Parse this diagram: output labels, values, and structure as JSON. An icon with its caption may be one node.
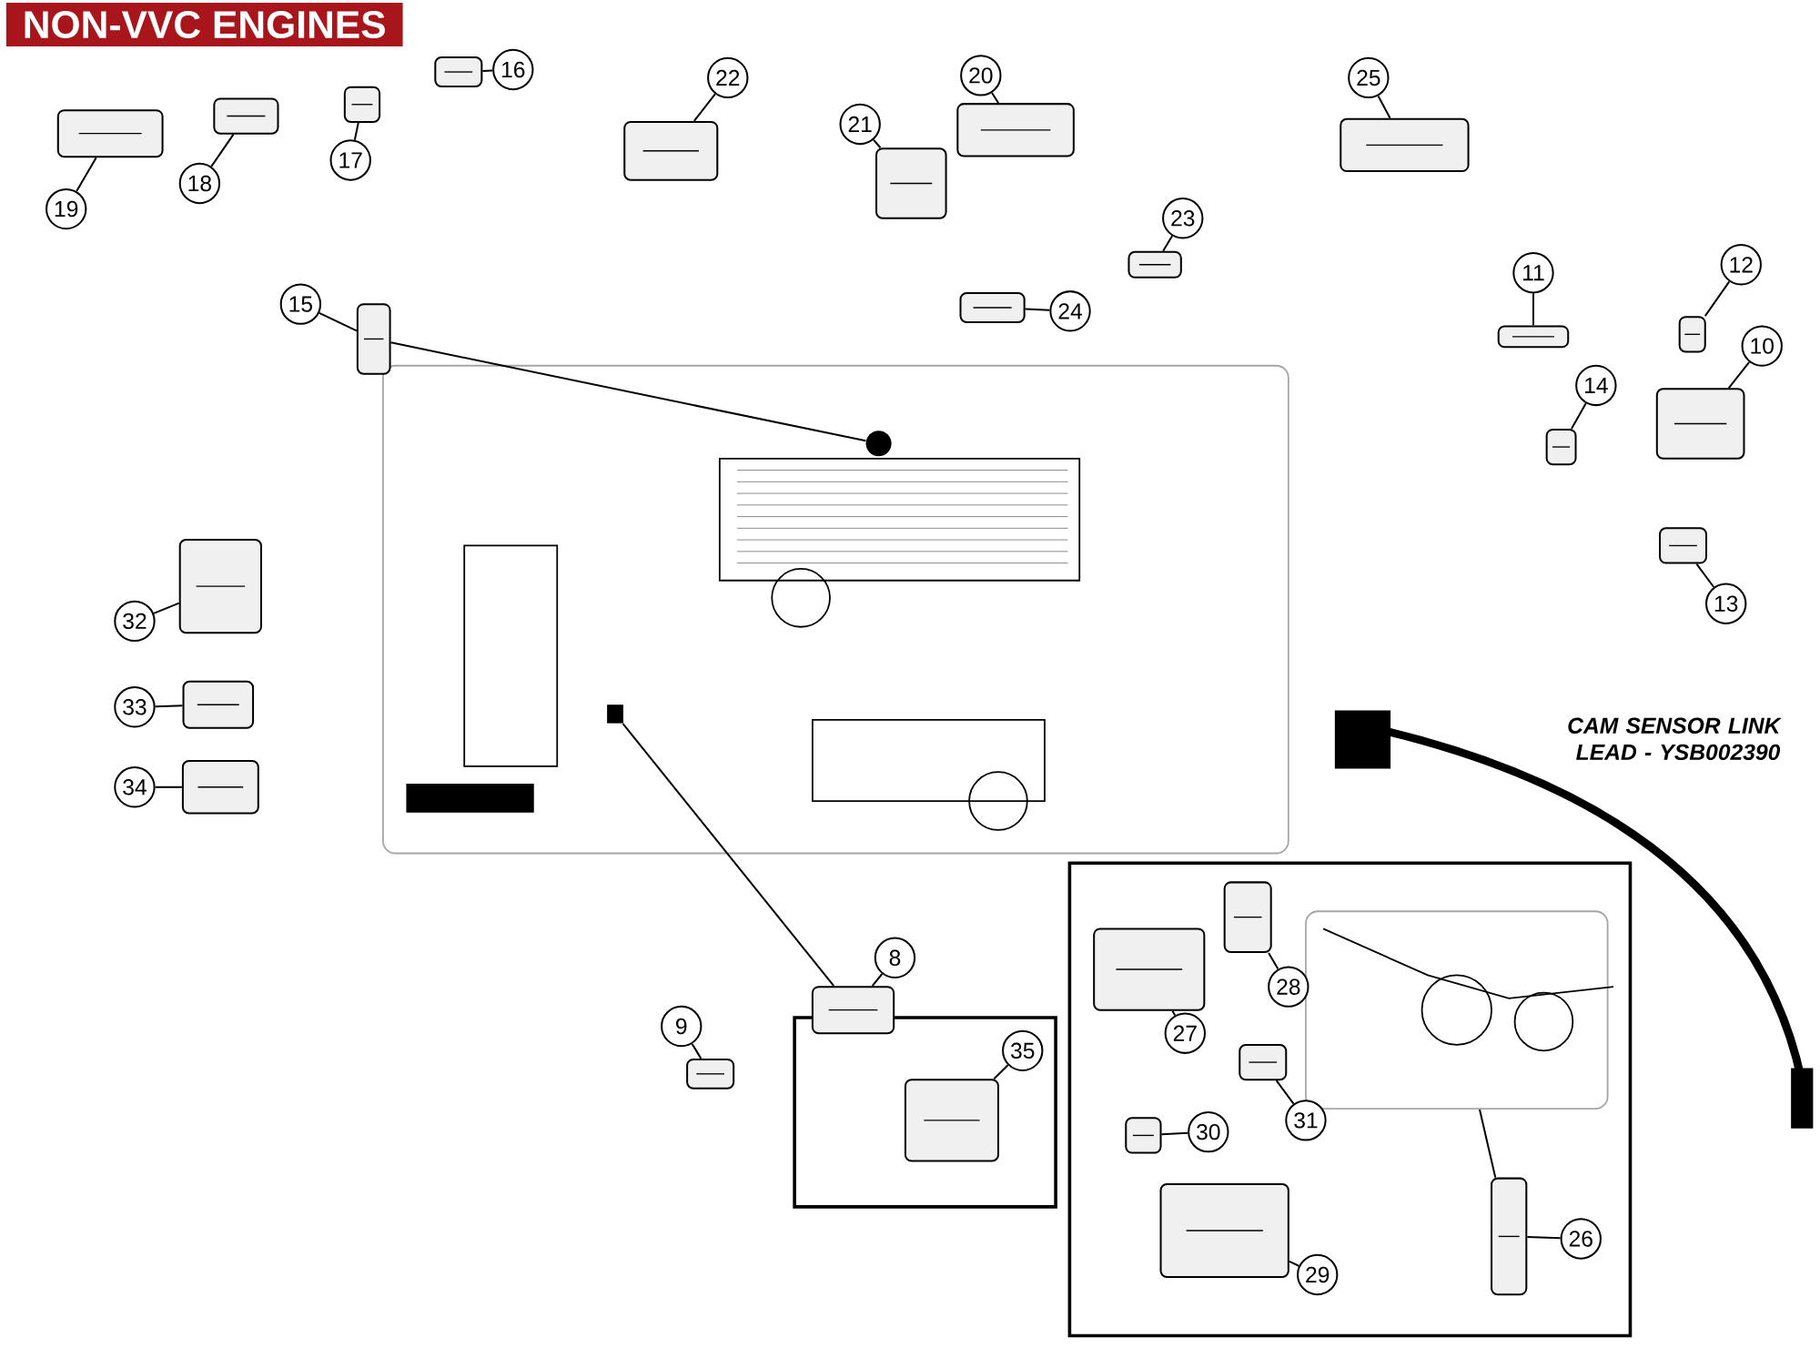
{
  "diagram": {
    "title": "NON-VVC ENGINES",
    "nodes": [
      {
        "text": [],
        "shape": "picture"
      },
      {
        "text": [],
        "shape": "circle",
        "in": 0
      },
      {
        "text": [],
        "shape": "box",
        "in": 0
      },
      {
        "text": [],
        "shape": "box"
      },
      {
        "text": [],
        "shape": "box"
      },
      {
        "text": [],
        "shape": "picture",
        "in": 4
      },
      {
        "text": [
          "19"
        ]
      },
      {
        "text": [],
        "shape": "picture"
      },
      {
        "text": [
          "18"
        ]
      },
      {
        "text": [],
        "shape": "picture"
      },
      {
        "text": [
          "17"
        ]
      },
      {
        "text": [],
        "shape": "picture"
      },
      {
        "text": [
          "16"
        ]
      },
      {
        "text": [],
        "shape": "picture"
      },
      {
        "text": [
          "15"
        ]
      },
      {
        "text": [],
        "shape": "picture"
      },
      {
        "text": [
          "22"
        ]
      },
      {
        "text": [],
        "shape": "picture"
      },
      {
        "text": [
          "21"
        ]
      },
      {
        "text": [],
        "shape": "picture"
      },
      {
        "text": [
          "20"
        ]
      },
      {
        "text": [],
        "shape": "picture"
      },
      {
        "text": [
          "25"
        ]
      },
      {
        "text": [],
        "shape": "picture"
      },
      {
        "text": [
          "23"
        ]
      },
      {
        "text": [],
        "shape": "picture"
      },
      {
        "text": [
          "24"
        ]
      },
      {
        "text": [],
        "shape": "picture"
      },
      {
        "text": [
          "11"
        ]
      },
      {
        "text": [],
        "shape": "picture"
      },
      {
        "text": [
          "12"
        ]
      },
      {
        "text": [],
        "shape": "picture"
      },
      {
        "text": [
          "10"
        ]
      },
      {
        "text": [],
        "shape": "picture"
      },
      {
        "text": [
          "14"
        ]
      },
      {
        "text": [],
        "shape": "picture"
      },
      {
        "text": [
          "13"
        ]
      },
      {
        "text": [],
        "shape": "picture"
      },
      {
        "text": [
          "32"
        ]
      },
      {
        "text": [],
        "shape": "picture"
      },
      {
        "text": [
          "33"
        ]
      },
      {
        "text": [],
        "shape": "picture"
      },
      {
        "text": [
          "34"
        ]
      },
      {
        "text": [],
        "shape": "picture"
      },
      {
        "text": [
          "8"
        ]
      },
      {
        "text": [],
        "shape": "picture"
      },
      {
        "text": [
          "9"
        ]
      },
      {
        "text": [],
        "shape": "picture"
      },
      {
        "text": [
          "35"
        ],
        "in": 3
      },
      {
        "text": [],
        "shape": "picture",
        "in": 3
      },
      {
        "text": [
          "28"
        ],
        "in": 4
      },
      {
        "text": [],
        "shape": "picture",
        "in": 4
      },
      {
        "text": [
          "27"
        ],
        "in": 4
      },
      {
        "text": [],
        "shape": "picture",
        "in": 4
      },
      {
        "text": [
          "31"
        ],
        "in": 4
      },
      {
        "text": [],
        "shape": "picture",
        "in": 4
      },
      {
        "text": [
          "30"
        ],
        "in": 4
      },
      {
        "text": [],
        "shape": "picture",
        "in": 4
      },
      {
        "text": [
          "29"
        ],
        "in": 4
      },
      {
        "text": [],
        "shape": "picture",
        "in": 4
      },
      {
        "text": [
          "26"
        ],
        "in": 4
      },
      {
        "text": [],
        "shape": "picture",
        "in": 4
      }
    ],
    "edges": [
      {
        "from": 6,
        "to": 7,
        "arrow": "none"
      },
      {
        "from": 8,
        "to": 9,
        "arrow": "none"
      },
      {
        "from": 10,
        "to": 11,
        "arrow": "none"
      },
      {
        "from": 12,
        "to": 13,
        "arrow": "none"
      },
      {
        "from": 14,
        "to": 15,
        "arrow": "none"
      },
      {
        "from": 16,
        "to": 17,
        "arrow": "none"
      },
      {
        "from": 18,
        "to": 19,
        "arrow": "none"
      },
      {
        "from": 20,
        "to": 21,
        "arrow": "none"
      },
      {
        "from": 22,
        "to": 23,
        "arrow": "none"
      },
      {
        "from": 24,
        "to": 25,
        "arrow": "none"
      },
      {
        "from": 26,
        "to": 27,
        "arrow": "none"
      },
      {
        "from": 28,
        "to": 29,
        "arrow": "none"
      },
      {
        "from": 30,
        "to": 31,
        "arrow": "none"
      },
      {
        "from": 32,
        "to": 33,
        "arrow": "none"
      },
      {
        "from": 34,
        "to": 35,
        "arrow": "none"
      },
      {
        "from": 36,
        "to": 37,
        "arrow": "none"
      },
      {
        "from": 38,
        "to": 39,
        "arrow": "none"
      },
      {
        "from": 40,
        "to": 41,
        "arrow": "none"
      },
      {
        "from": 42,
        "to": 43,
        "arrow": "none"
      },
      {
        "from": 44,
        "to": 45,
        "arrow": "none"
      },
      {
        "from": 46,
        "to": 47,
        "arrow": "none"
      },
      {
        "from": 48,
        "to": 49,
        "arrow": "none"
      },
      {
        "from": 50,
        "to": 51,
        "arrow": "none"
      },
      {
        "from": 52,
        "to": 53,
        "arrow": "none"
      },
      {
        "from": 54,
        "to": 55,
        "arrow": "none"
      },
      {
        "from": 56,
        "to": 57,
        "arrow": "none"
      },
      {
        "from": 58,
        "to": 59,
        "arrow": "none"
      },
      {
        "from": 60,
        "to": 61,
        "arrow": "none"
      },
      {
        "from": 1,
        "to": 15,
        "arrow": "none"
      },
      {
        "from": 2,
        "to": 45,
        "arrow": "none"
      },
      {
        "from": 5,
        "to": 61,
        "arrow": "none"
      }
    ],
    "labels": [
      "CAM SENSOR LINK LEAD - YSB002390"
    ]
  }
}
